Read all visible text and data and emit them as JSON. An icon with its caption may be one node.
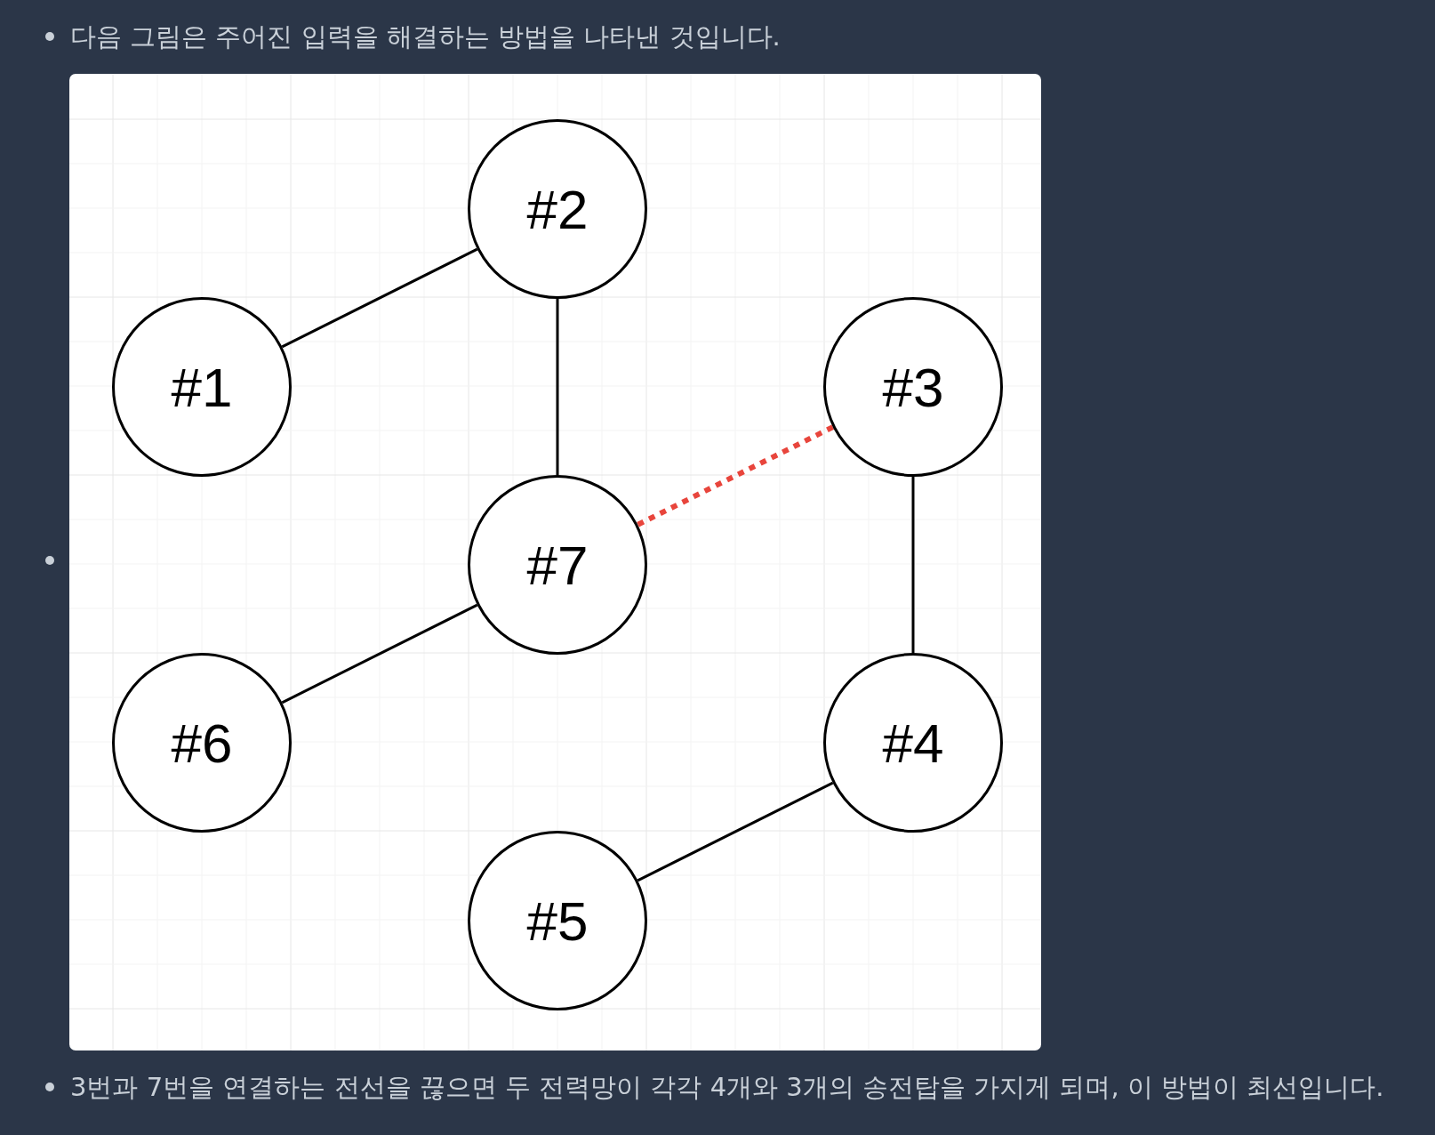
{
  "diagram": {
    "nodes": [
      {
        "text": [
          "#2"
        ]
      },
      {
        "text": [
          "#1"
        ]
      },
      {
        "text": [
          "#3"
        ]
      },
      {
        "text": [
          "#7"
        ]
      },
      {
        "text": [
          "#6"
        ]
      },
      {
        "text": [
          "#4"
        ]
      },
      {
        "text": [
          "#5"
        ]
      }
    ],
    "edges": [
      {
        "from": 1,
        "to": 0,
        "arrow": "none"
      },
      {
        "from": 0,
        "to": 3,
        "arrow": "none"
      },
      {
        "from": 2,
        "to": 3,
        "arrow": "none",
        "style": "dashed",
        "color": "#e8453c"
      },
      {
        "from": 2,
        "to": 5,
        "arrow": "none"
      },
      {
        "from": 4,
        "to": 3,
        "arrow": "none"
      },
      {
        "from": 5,
        "to": 6,
        "arrow": "none"
      }
    ],
    "labels": [
      "다음 그림은 주어진 입력을 해결하는 방법을 나타낸 것입니다.",
      "3번과 7번을 연결하는 전선을 끊으면 두 전력망이 각각 4개와 3개의 송전탑을 가지게 되며, 이 방법이 최선입니다."
    ]
  }
}
